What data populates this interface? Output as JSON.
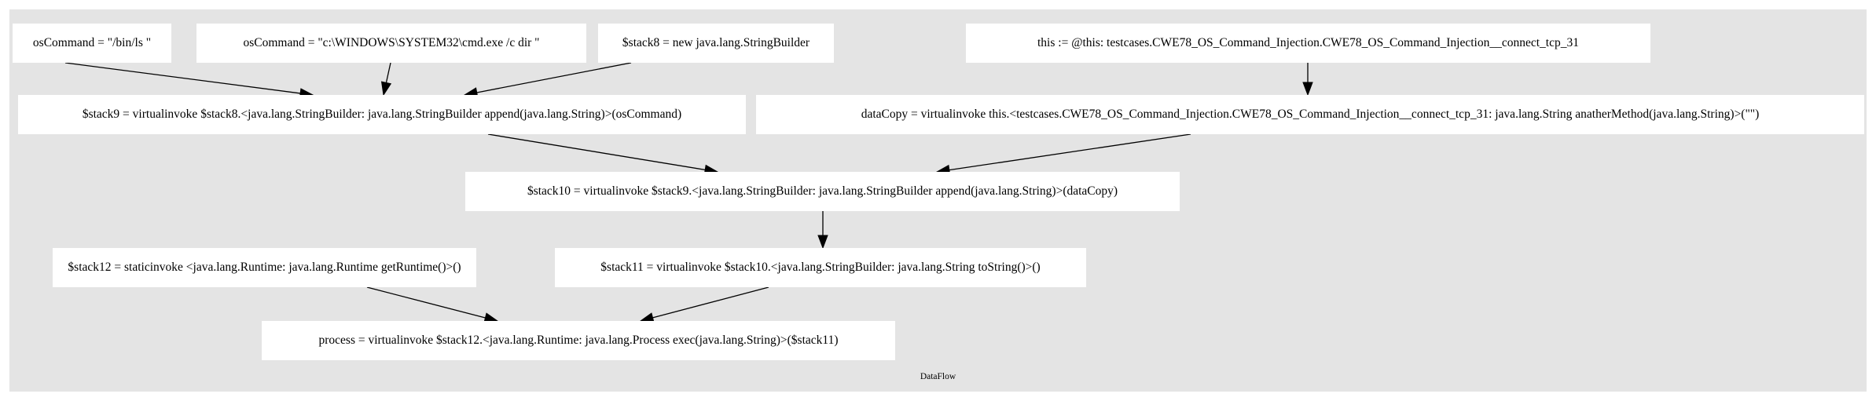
{
  "diagram": {
    "cluster_label": "DataFlow",
    "colors": {
      "cluster_fill": "#e4e4e4",
      "node_fill": "#ffffff",
      "edge": "#000000"
    },
    "nodes": [
      {
        "id": "n1",
        "label": "osCommand = \"/bin/ls \""
      },
      {
        "id": "n2",
        "label": "osCommand = \"c:\\WINDOWS\\SYSTEM32\\cmd.exe /c dir \""
      },
      {
        "id": "n3",
        "label": "$stack8 = new java.lang.StringBuilder"
      },
      {
        "id": "n4",
        "label": "this := @this: testcases.CWE78_OS_Command_Injection.CWE78_OS_Command_Injection__connect_tcp_31"
      },
      {
        "id": "n5",
        "label": "$stack9 = virtualinvoke $stack8.<java.lang.StringBuilder: java.lang.StringBuilder append(java.lang.String)>(osCommand)"
      },
      {
        "id": "n6",
        "label": "dataCopy = virtualinvoke this.<testcases.CWE78_OS_Command_Injection.CWE78_OS_Command_Injection__connect_tcp_31: java.lang.String anatherMethod(java.lang.String)>(\"\")"
      },
      {
        "id": "n7",
        "label": "$stack10 = virtualinvoke $stack9.<java.lang.StringBuilder: java.lang.StringBuilder append(java.lang.String)>(dataCopy)"
      },
      {
        "id": "n8",
        "label": "$stack12 = staticinvoke <java.lang.Runtime: java.lang.Runtime getRuntime()>()"
      },
      {
        "id": "n9",
        "label": "$stack11 = virtualinvoke $stack10.<java.lang.StringBuilder: java.lang.String toString()>()"
      },
      {
        "id": "n10",
        "label": "process = virtualinvoke $stack12.<java.lang.Runtime: java.lang.Process exec(java.lang.String)>($stack11)"
      }
    ],
    "edges": [
      {
        "from": "n1",
        "to": "n5"
      },
      {
        "from": "n2",
        "to": "n5"
      },
      {
        "from": "n3",
        "to": "n5"
      },
      {
        "from": "n4",
        "to": "n6"
      },
      {
        "from": "n5",
        "to": "n7"
      },
      {
        "from": "n6",
        "to": "n7"
      },
      {
        "from": "n7",
        "to": "n9"
      },
      {
        "from": "n8",
        "to": "n10"
      },
      {
        "from": "n9",
        "to": "n10"
      }
    ]
  }
}
